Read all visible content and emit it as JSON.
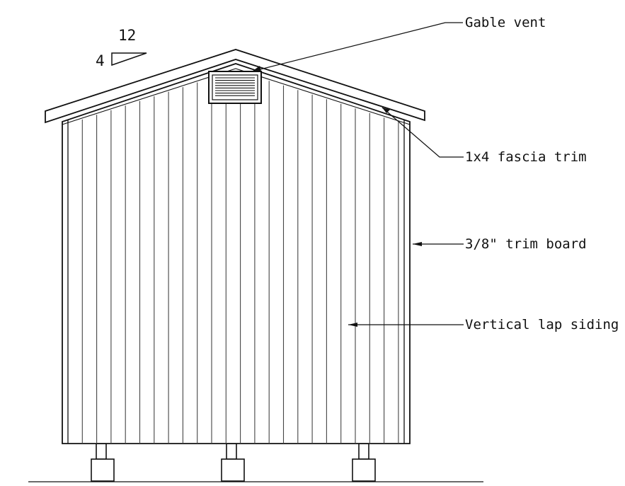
{
  "pitch": {
    "rise": "4",
    "run": "12"
  },
  "callouts": {
    "gable_vent": "Gable vent",
    "fascia_trim": "1x4 fascia trim",
    "trim_board": "3/8\" trim board",
    "siding": "Vertical lap siding"
  },
  "colors": {
    "line": "#111111",
    "siding_line": "#444444",
    "background": "#ffffff"
  }
}
